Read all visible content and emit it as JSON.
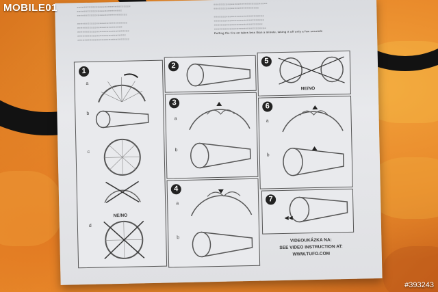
{
  "watermark": {
    "logo": "MOBILE01",
    "image_id": "#393243"
  },
  "instruction_sheet": {
    "panel_numbers": [
      "1",
      "2",
      "3",
      "4",
      "5",
      "6",
      "7"
    ],
    "sub_labels": {
      "a": "a",
      "b": "b",
      "c": "c",
      "d": "d"
    },
    "ne_no_label": "NE/NO",
    "video_lines": [
      "VIDEOUKÁZKA NA:",
      "SEE VIDEO INSTRUCTION AT:",
      "WWW.TUFO.COM"
    ],
    "top_right_text": "Pulling the tire on takes less than a minute, taking it off only a few seconds"
  },
  "colors": {
    "sofa": "#e8882a",
    "paper": "#e4e5e8",
    "ink": "#333333",
    "tyre": "#121212"
  }
}
